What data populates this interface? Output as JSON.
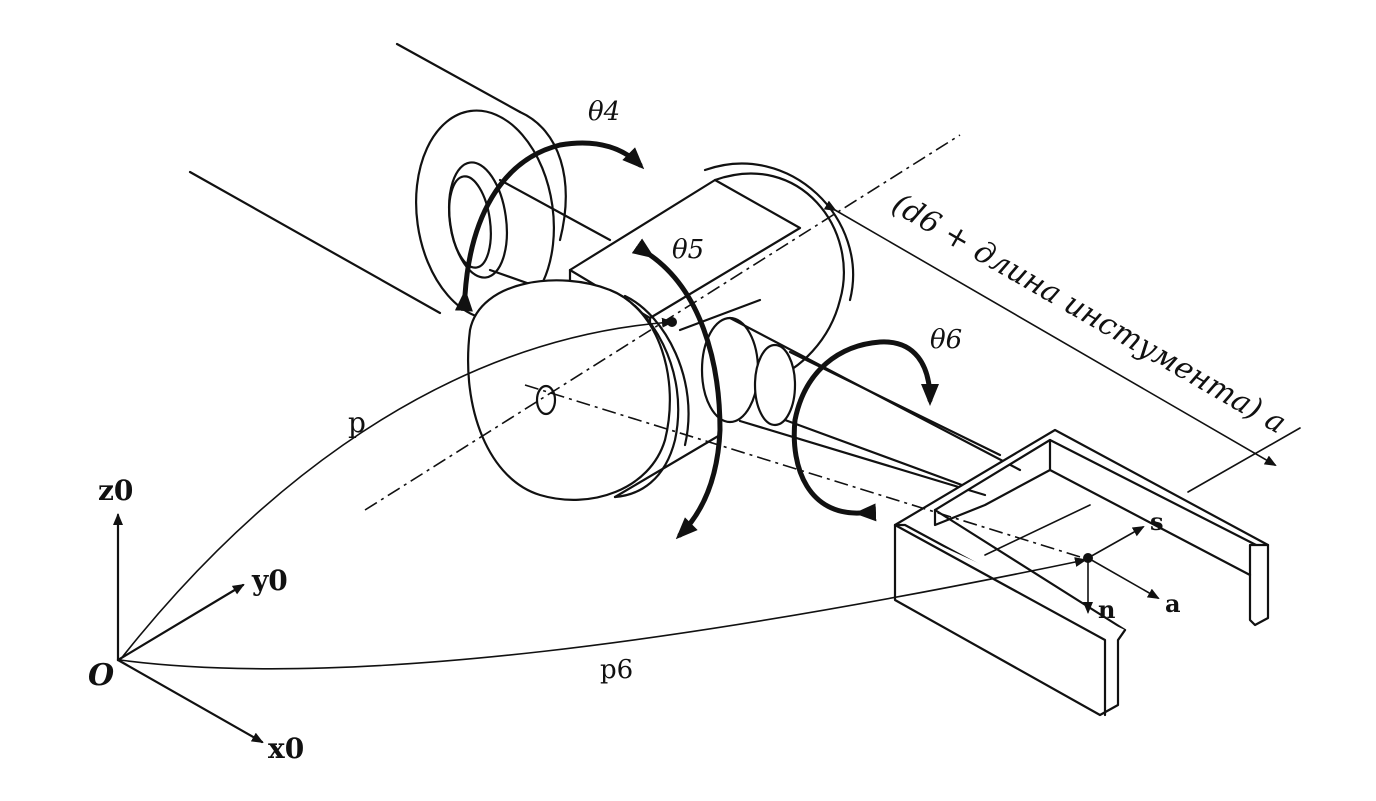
{
  "labels": {
    "theta4": "θ4",
    "theta5": "θ5",
    "theta6": "θ6",
    "p": "p",
    "p6": "p6",
    "origin": "O",
    "x0": "x0",
    "y0": "y0",
    "z0": "z0",
    "s": "s",
    "n": "n",
    "a": "a",
    "dimension": "(d6 + длина инстумента) a"
  }
}
